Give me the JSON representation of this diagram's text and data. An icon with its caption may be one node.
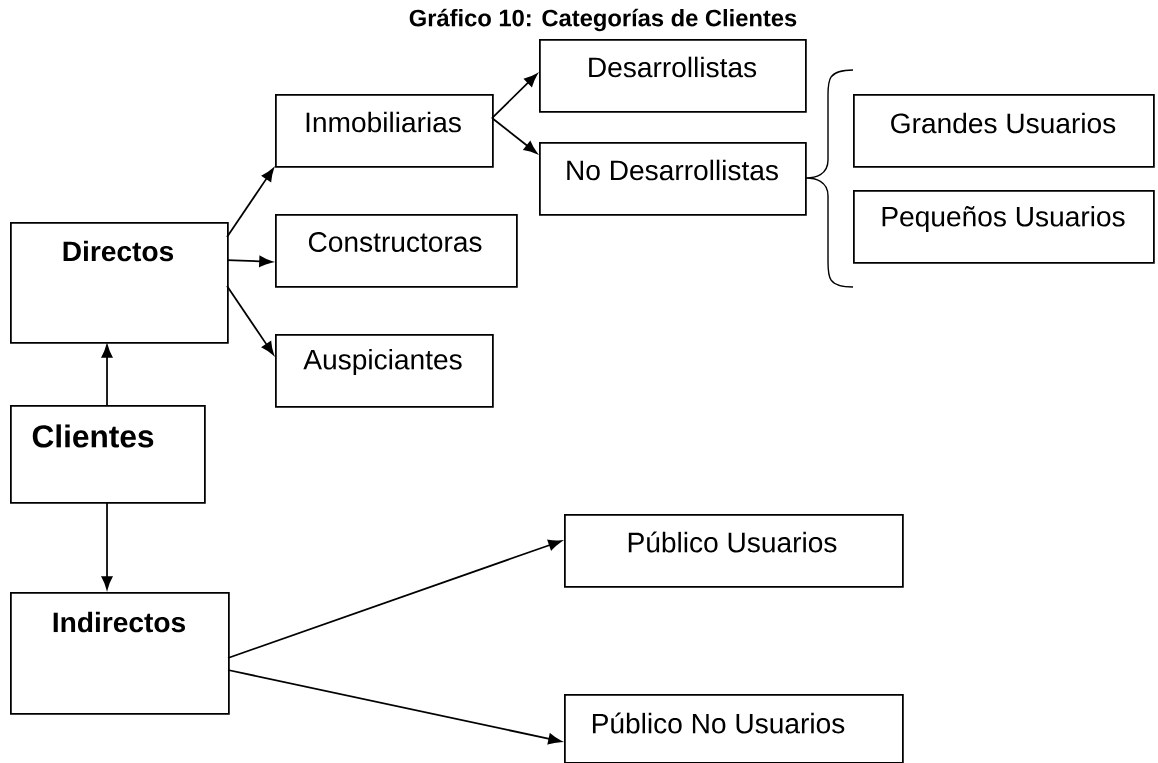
{
  "diagram": {
    "title": "Gráfico 10: Categorías de Clientes",
    "nodes": [
      {
        "text": [
          "Directos"
        ]
      },
      {
        "text": [
          "Inmobiliarias"
        ]
      },
      {
        "text": [
          "Constructoras"
        ]
      },
      {
        "text": [
          "Auspiciantes"
        ]
      },
      {
        "text": [
          "Desarrollistas"
        ]
      },
      {
        "text": [
          "No Desarrollistas"
        ]
      },
      {
        "text": [
          "Grandes Usuarios"
        ]
      },
      {
        "text": [
          "Pequeños Usuarios"
        ]
      },
      {
        "text": [
          "Clientes"
        ]
      },
      {
        "text": [
          "Indirectos"
        ]
      },
      {
        "text": [
          "Público Usuarios"
        ]
      },
      {
        "text": [
          "Público No Usuarios"
        ]
      }
    ],
    "edges": [
      {
        "from": 8,
        "to": 0,
        "arrow": "to"
      },
      {
        "from": 8,
        "to": 9,
        "arrow": "to"
      },
      {
        "from": 0,
        "to": 1,
        "arrow": "to"
      },
      {
        "from": 0,
        "to": 2,
        "arrow": "to"
      },
      {
        "from": 0,
        "to": 3,
        "arrow": "to"
      },
      {
        "from": 1,
        "to": 4,
        "arrow": "to"
      },
      {
        "from": 1,
        "to": 5,
        "arrow": "to"
      },
      {
        "from": 9,
        "to": 10,
        "arrow": "to"
      },
      {
        "from": 9,
        "to": 11,
        "arrow": "to"
      }
    ]
  }
}
